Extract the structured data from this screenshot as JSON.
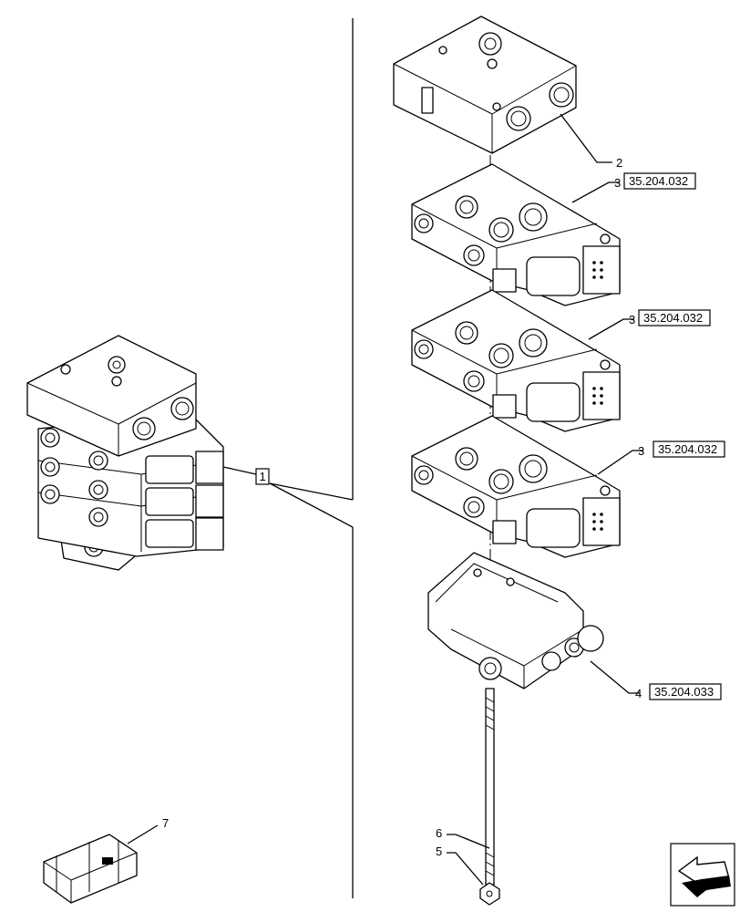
{
  "callouts": {
    "assembly": "1",
    "inlet_cover": "2",
    "section_a": "3",
    "section_b": "3",
    "section_c": "3",
    "end_section": "4",
    "nut": "5",
    "tie_rod": "6",
    "kit": "7"
  },
  "references": {
    "section_a": "35.204.032",
    "section_b": "35.204.032",
    "section_c": "35.204.032",
    "end_section": "35.204.033"
  }
}
